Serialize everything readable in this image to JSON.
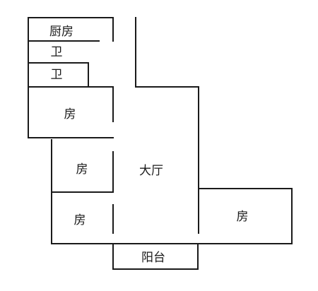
{
  "rooms": {
    "kitchen": "厨房",
    "bathroom_1": "卫",
    "bathroom_2": "卫",
    "bedroom_top": "房",
    "bedroom_mid": "房",
    "bedroom_low": "房",
    "living_room": "大厅",
    "bedroom_right": "房",
    "balcony": "阳台"
  }
}
